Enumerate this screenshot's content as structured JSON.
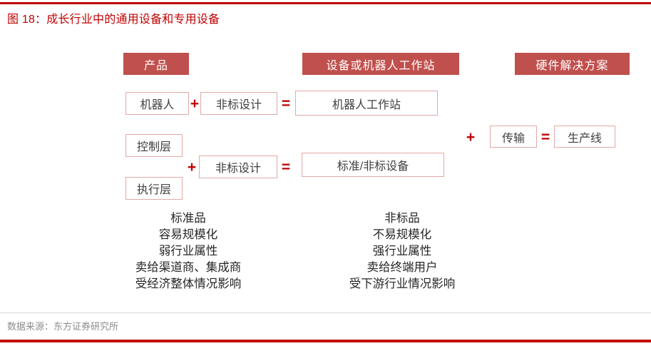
{
  "figure": {
    "title": "图 18：成长行业中的通用设备和专用设备",
    "source": "数据来源：东方证券研究所",
    "accent_color": "#c00000",
    "banner_color": "#c0504d",
    "box_border_color": "#e2a9a6"
  },
  "banners": [
    {
      "id": "product",
      "label": "产品"
    },
    {
      "id": "equipment",
      "label": "设备或机器人工作站"
    },
    {
      "id": "hardware",
      "label": "硬件解决方案"
    }
  ],
  "operators": {
    "plus": "+",
    "equals": "="
  },
  "rows": [
    {
      "id": "row-robot",
      "left": "机器人",
      "middle": "非标设计",
      "result": "机器人工作站"
    },
    {
      "id": "row-equipment",
      "left_top": "控制层",
      "left_bottom": "执行层",
      "middle": "非标设计",
      "result": "标准/非标设备"
    },
    {
      "id": "row-line",
      "middle": "传输",
      "result": "生产线"
    }
  ],
  "descriptions": {
    "left": [
      "标准品",
      "容易规模化",
      "弱行业属性",
      "卖给渠道商、集成商",
      "受经济整体情况影响"
    ],
    "right": [
      "非标品",
      "不易规模化",
      "强行业属性",
      "卖给终端用户",
      "受下游行业情况影响"
    ]
  }
}
